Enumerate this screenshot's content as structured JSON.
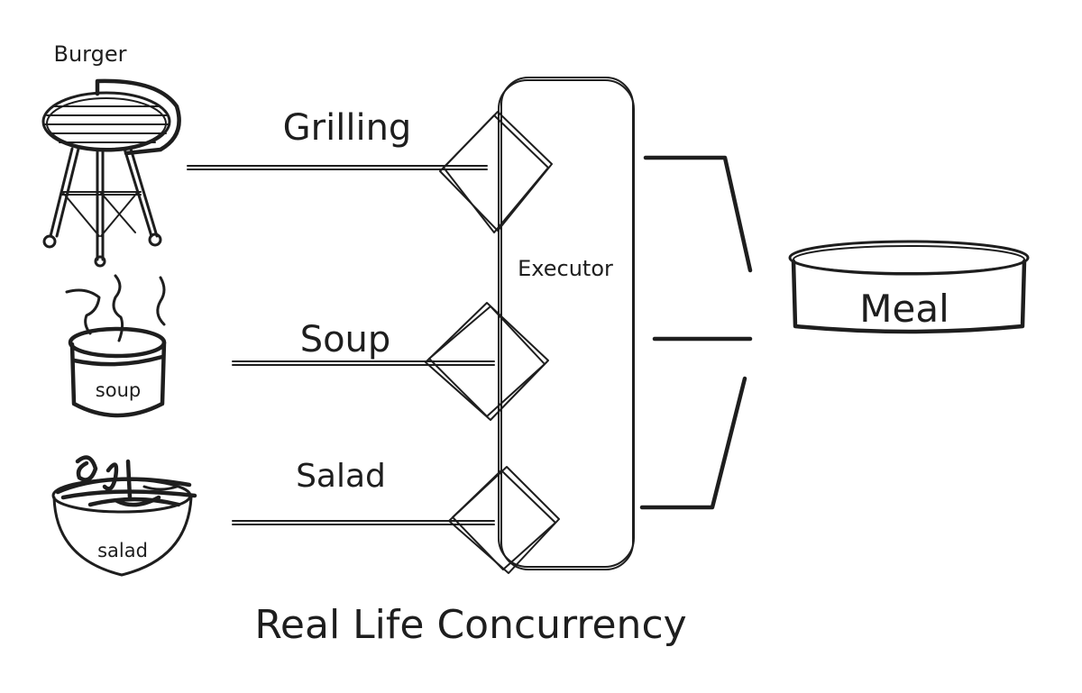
{
  "diagram": {
    "title": "Real Life Concurrency",
    "executor_label": "Executor",
    "output_label": "Meal",
    "tasks": [
      {
        "source_label": "Burger",
        "task_label": "Grilling"
      },
      {
        "source_label": "soup",
        "task_label": "Soup"
      },
      {
        "source_label": "salad",
        "task_label": "Salad"
      }
    ]
  }
}
